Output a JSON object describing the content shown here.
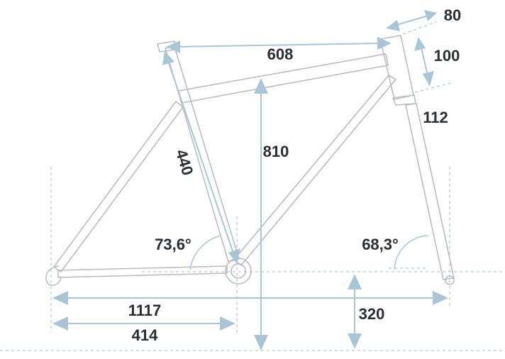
{
  "dimensions": {
    "top_tube": "608",
    "seat_tube": "440",
    "stack": "810",
    "head_tube": "100",
    "stem_reach": "80",
    "fork_length": "112",
    "wheelbase": "1117",
    "chainstay": "414",
    "bb_height": "320",
    "seat_angle": "73,6°",
    "head_angle": "68,3°"
  },
  "colors": {
    "frame_outline": "#b9bcc0",
    "dimension_arrows": "#a9c6d6",
    "guide_lines": "#9dbcd0",
    "label_text": "#2a2d31"
  }
}
